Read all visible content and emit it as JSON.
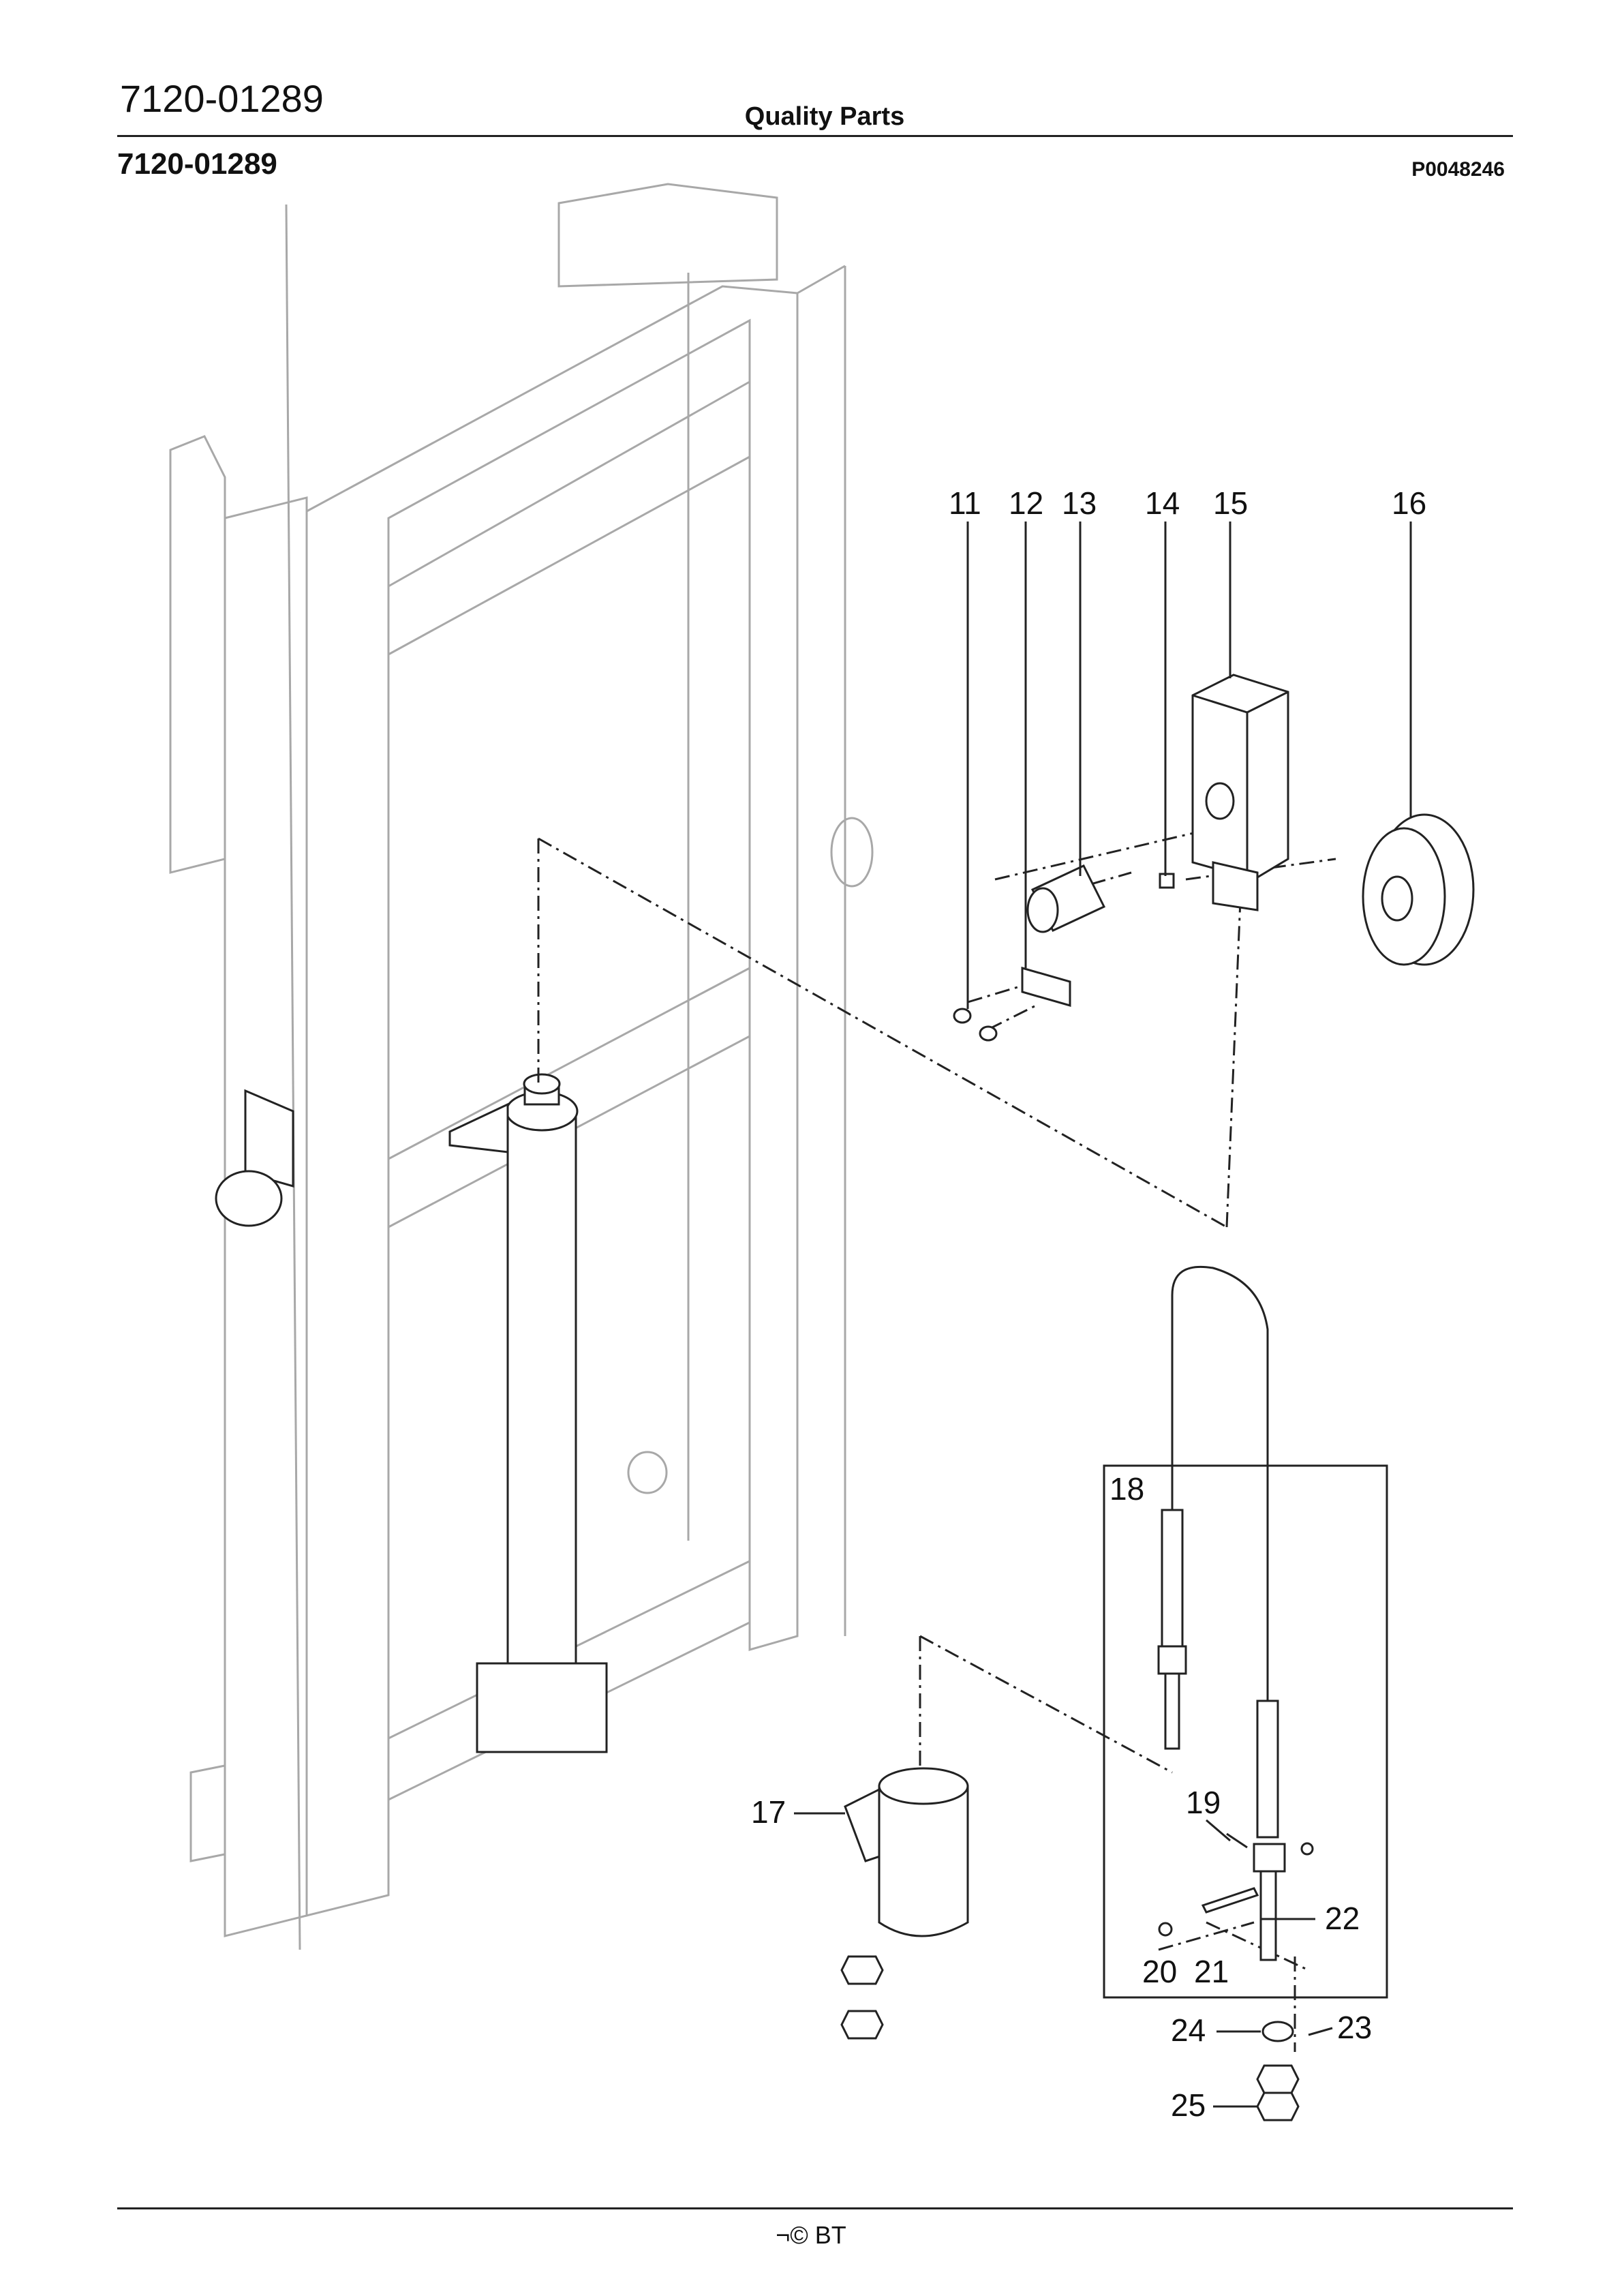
{
  "header": {
    "document_code": "7120-01289",
    "center_title": "Quality Parts"
  },
  "subheader": {
    "assembly_code": "7120-01289",
    "drawing_ref": "P0048246"
  },
  "part_labels": [
    "11",
    "12",
    "13",
    "14",
    "15",
    "16",
    "17",
    "18",
    "19",
    "20",
    "21",
    "22",
    "23",
    "24",
    "25"
  ],
  "footer": {
    "text": "¬© BT"
  }
}
